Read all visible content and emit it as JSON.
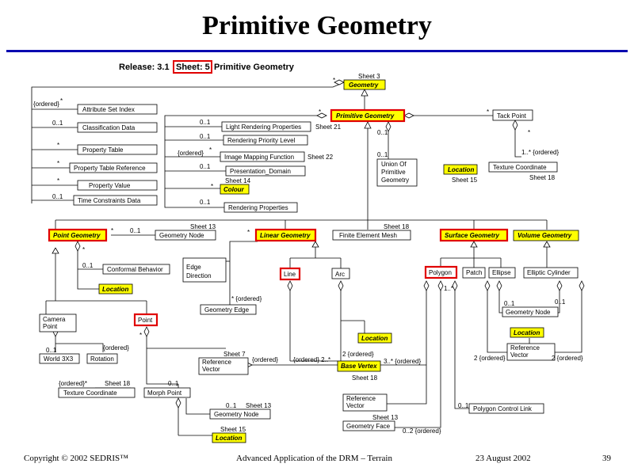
{
  "title": "Primitive Geometry",
  "footer": {
    "copyright": "Copyright © 2002 SEDRIS™",
    "center": "Advanced Application of the DRM – Terrain",
    "date": "23 August 2002",
    "page": "39"
  },
  "header": {
    "release": "Release: 3.1",
    "sheet": "Sheet: 5",
    "name": "Primitive Geometry"
  },
  "boxes": {
    "geometry": "Geometry",
    "primitive_geometry": "Primitive Geometry",
    "tack_point": "Tack Point",
    "attribute_set_index": "Attribute Set Index",
    "classification_data": "Classification Data",
    "property_table": "Property Table",
    "property_table_reference": "Property Table Reference",
    "property_value": "Property Value",
    "time_constraints_data": "Time Constraints Data",
    "light_rendering_properties": "Light Rendering Properties",
    "rendering_priority_level": "Rendering Priority Level",
    "image_mapping_function": "Image Mapping Function",
    "presentation_domain": "Presentation_Domain",
    "colour": "Colour",
    "rendering_properties": "Rendering Properties",
    "union_line1": "Union Of",
    "union_line2": "Primitive",
    "union_line3": "Geometry",
    "location_tack": "Location",
    "texture_coordinate_tack": "Texture Coordinate",
    "point_geometry": "Point Geometry",
    "geometry_node_pg": "Geometry Node",
    "linear_geometry": "Linear Geometry",
    "finite_element_mesh": "Finite Element Mesh",
    "surface_geometry": "Surface Geometry",
    "volume_geometry": "Volume Geometry",
    "conformal_behavior": "Conformal Behavior",
    "location_pg": "Location",
    "edge_direction_1": "Edge",
    "edge_direction_2": "Direction",
    "line": "Line",
    "arc": "Arc",
    "polygon": "Polygon",
    "patch": "Patch",
    "ellipse": "Ellipse",
    "elliptic_cylinder": "Elliptic Cylinder",
    "geometry_edge": "Geometry Edge",
    "camera_point_1": "Camera",
    "camera_point_2": "Point",
    "point": "Point",
    "world_3x3": "World 3X3",
    "rotation": "Rotation",
    "reference_vector_1": "Reference",
    "reference_vector_2": "Vector",
    "location_arc": "Location",
    "base_vertex": "Base Vertex",
    "geometry_node_vol": "Geometry Node",
    "location_vol": "Location",
    "ref_vector_vol_1": "Reference",
    "ref_vector_vol_2": "Vector",
    "texture_coordinate": "Texture Coordinate",
    "morph_point": "Morph Point",
    "geometry_node_mp": "Geometry Node",
    "location_mp": "Location",
    "ref_vector_poly_1": "Reference",
    "ref_vector_poly_2": "Vector",
    "geometry_face": "Geometry Face",
    "polygon_control_link": "Polygon Control Link"
  },
  "labels": {
    "sheet3": "Sheet 3",
    "sheet21": "Sheet 21",
    "sheet22": "Sheet 22",
    "sheet14": "Sheet 14",
    "sheet15_loc": "Sheet 15",
    "sheet18_tex": "Sheet 18",
    "sheet13_gn": "Sheet 13",
    "sheet18_fem": "Sheet 18",
    "sheet7": "Sheet 7",
    "sheet18_bv": "Sheet 18",
    "sheet18_tc": "Sheet 18",
    "sheet13_mp": "Sheet 13",
    "sheet15_mp": "Sheet 15",
    "sheet13_gf": "Sheet 13",
    "ordered_asi": "{ordered}",
    "star": "*",
    "zero_one": "0..1",
    "ordered_imf": "{ordered}",
    "one_star_ordered": "1..* {ordered}",
    "star_ordered_ge": "* {ordered}",
    "ordered_rot": "{ordered}",
    "ordered_rv": "{ordered}",
    "ordered_2star": "{ordered} 2..*",
    "two_ordered": "2 {ordered}",
    "three_star_ordered": "3..* {ordered}",
    "ordered_tc": "{ordered}*",
    "one_star": "1..*",
    "two_ordered_a": "2 {ordered}",
    "two_ordered_b": "2 {ordered}",
    "zero_two_ordered": "0..2 {ordered}"
  }
}
